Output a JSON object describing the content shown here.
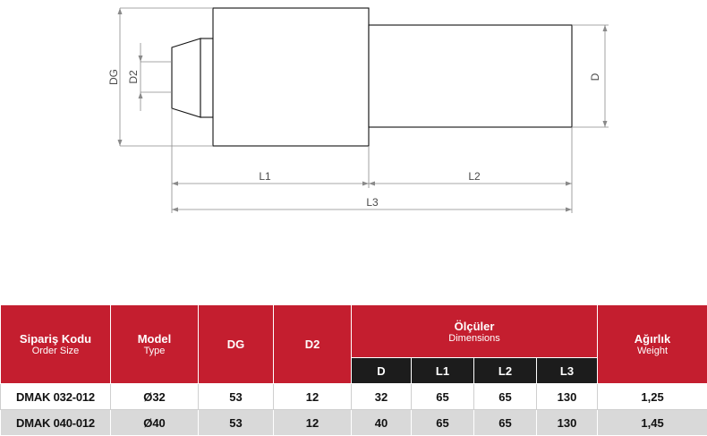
{
  "drawing": {
    "labels": {
      "dg": "DG",
      "d2": "D2",
      "d": "D",
      "l1": "L1",
      "l2": "L2",
      "l3": "L3"
    }
  },
  "table": {
    "headers": {
      "order_main": "Sipariş Kodu",
      "order_sub": "Order Size",
      "model_main": "Model",
      "model_sub": "Type",
      "dg": "DG",
      "d2": "D2",
      "dims_main": "Ölçüler",
      "dims_sub": "Dimensions",
      "weight_main": "Ağırlık",
      "weight_sub": "Weight",
      "sub_d": "D",
      "sub_l1": "L1",
      "sub_l2": "L2",
      "sub_l3": "L3"
    },
    "rows": [
      [
        "DMAK 032-012",
        "Ø32",
        "53",
        "12",
        "32",
        "65",
        "65",
        "130",
        "1,25"
      ],
      [
        "DMAK 040-012",
        "Ø40",
        "53",
        "12",
        "40",
        "65",
        "65",
        "130",
        "1,45"
      ]
    ]
  },
  "colors": {
    "header_red": "#c41e2f",
    "subheader_dark": "#1c1c1c",
    "row_alt": "#d9d9d9"
  }
}
